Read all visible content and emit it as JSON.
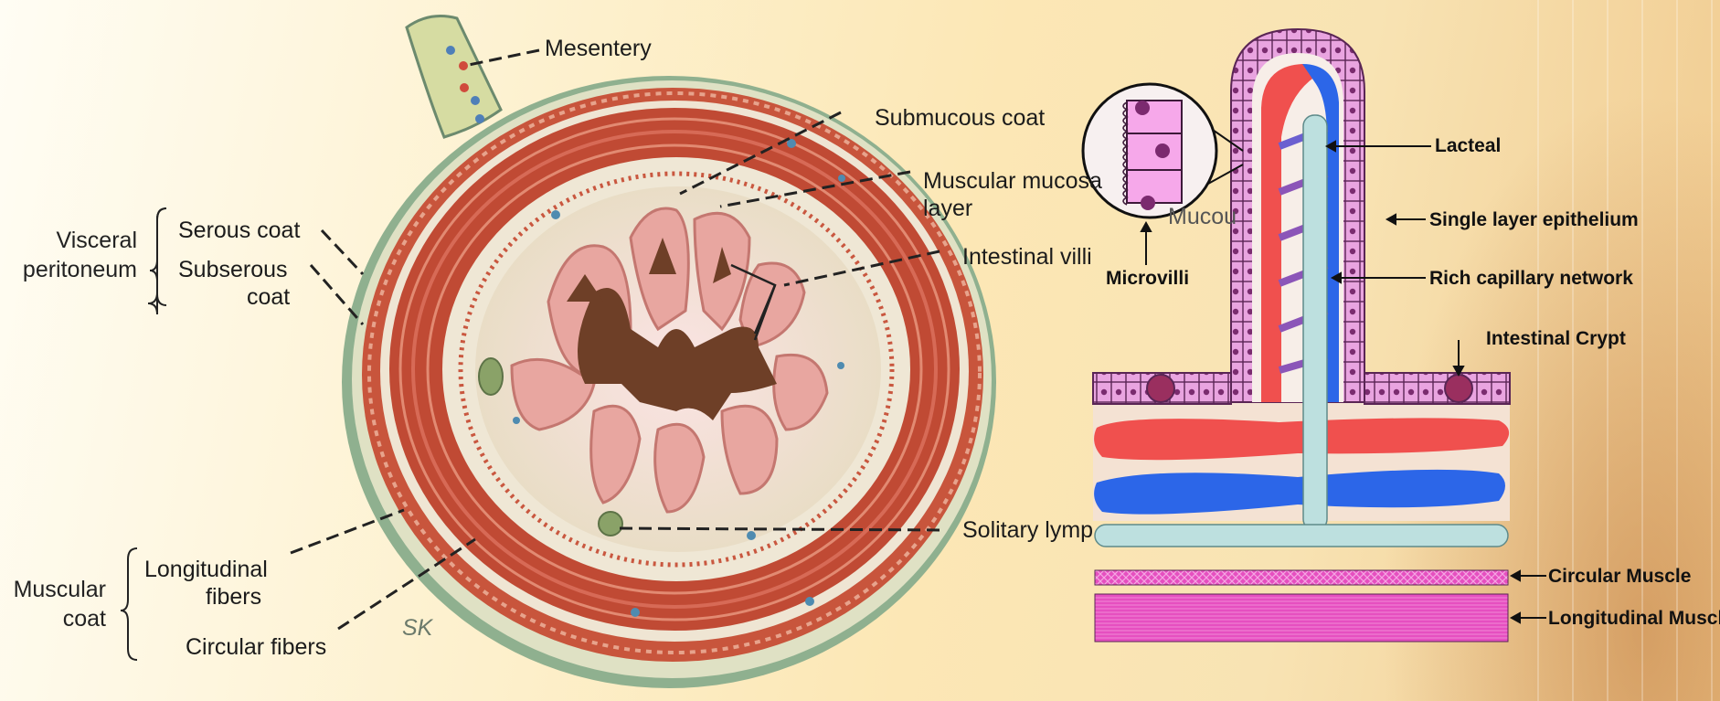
{
  "cross_section": {
    "labels": {
      "mesentery": "Mesentery",
      "submucous": "Submucous coat",
      "muscular_mucosa": "Muscular mucosa",
      "muscular_mucosa_layer": "layer",
      "intestinal_villi": "Intestinal villi",
      "solitary": "Solitary lymp",
      "serous": "Serous coat",
      "subserous_1": "Subserous",
      "subserous_2": "coat",
      "longitudinal_1": "Longitudinal",
      "longitudinal_2": "fibers",
      "circular": "Circular fibers",
      "signature": "SK"
    },
    "groups": {
      "visceral_1": "Visceral",
      "visceral_2": "peritoneum",
      "muscular_1": "Muscular",
      "muscular_2": "coat"
    }
  },
  "villus_diagram": {
    "labels": {
      "lacteal": "Lacteal",
      "epithelium": "Single layer epithelium",
      "capillary": "Rich capillary network",
      "crypt": "Intestinal Crypt",
      "microvilli": "Microvilli",
      "mucosa_partial": "Mucou",
      "circular_muscle": "Circular Muscle",
      "longitudinal_muscle": "Longitudinal Muscle"
    }
  },
  "colors": {
    "arterial": "#f0504e",
    "venous": "#2c66e8",
    "lacteal": "#bde0df",
    "epithelium": "#e7a2df",
    "muscle": "#e64fc0"
  }
}
